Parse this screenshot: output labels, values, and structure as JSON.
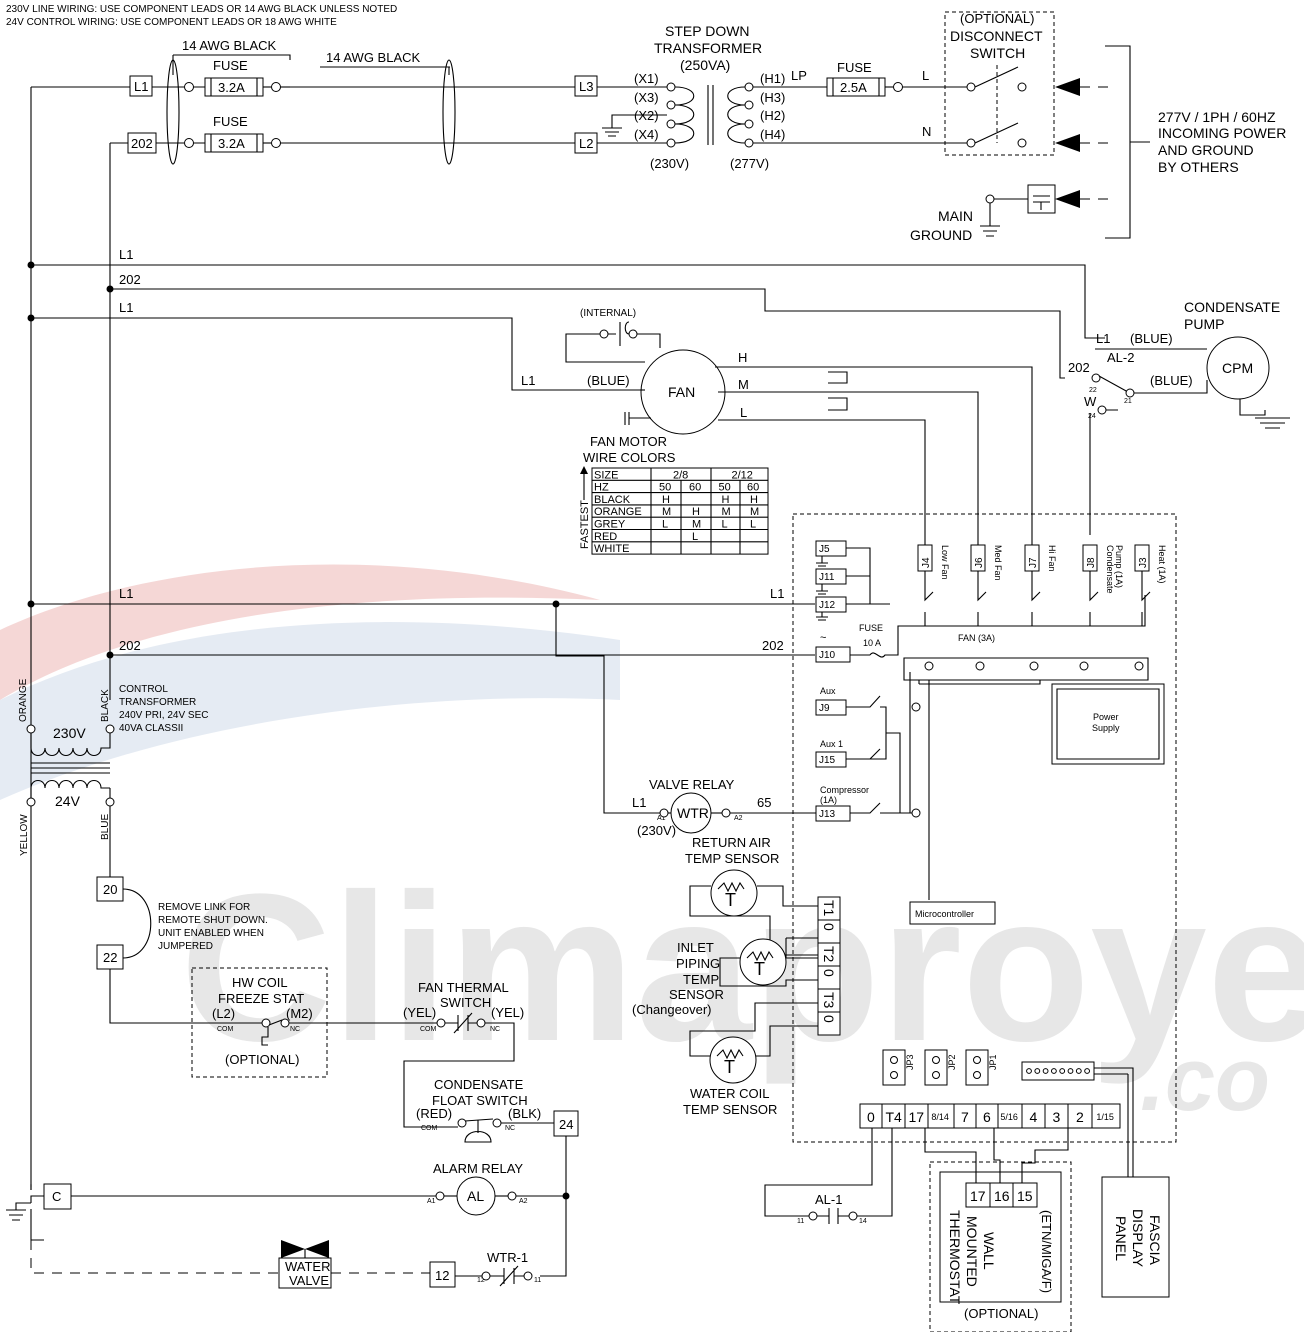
{
  "notes": {
    "line1": "230V LINE WIRING: USE COMPONENT LEADS OR 14 AWG BLACK UNLESS NOTED",
    "line2": "24V CONTROL WIRING: USE COMPONENT LEADS OR 18 AWG WHITE"
  },
  "watermark": {
    "main": "Climaproyecto",
    "sub": ".co"
  },
  "power_section": {
    "wire1": "14 AWG BLACK",
    "wire2": "14 AWG BLACK",
    "fuse_label": "FUSE",
    "fuse1_value": "3.2A",
    "fuse2_value": "3.2A",
    "fuse3_value": "2.5A",
    "term_l1": "L1",
    "term_202": "202",
    "term_l3": "L3",
    "term_l2": "L2",
    "transformer_title1": "STEP DOWN",
    "transformer_title2": "TRANSFORMER",
    "transformer_va": "(250VA)",
    "x1": "(X1)",
    "x3": "(X3)",
    "x2": "(X2)",
    "x4": "(X4)",
    "h1": "(H1)",
    "h3": "(H3)",
    "h2": "(H2)",
    "h4": "(H4)",
    "lp": "LP",
    "primary_v": "(230V)",
    "secondary_v": "(277V)",
    "disconnect1": "(OPTIONAL)",
    "disconnect2": "DISCONNECT",
    "disconnect3": "SWITCH",
    "line_l": "L",
    "line_n": "N",
    "incoming1": "277V / 1PH / 60HZ",
    "incoming2": "INCOMING POWER",
    "incoming3": "AND GROUND",
    "incoming4": "BY OTHERS",
    "main_ground1": "MAIN",
    "main_ground2": "GROUND"
  },
  "bus": {
    "l1_a": "L1",
    "n202_a": "202",
    "l1_b": "L1",
    "l1_c": "L1",
    "l1_d": "L1",
    "n202_b": "202",
    "n202_c": "202"
  },
  "pump": {
    "title1": "CONDENSATE",
    "title2": "PUMP",
    "cpm": "CPM",
    "l1": "L1",
    "blue1": "(BLUE)",
    "n202": "202",
    "al2": "AL-2",
    "blue2": "(BLUE)",
    "w": "W",
    "t22": "22",
    "t21": "21",
    "t24": "24"
  },
  "fan": {
    "internal": "(INTERNAL)",
    "fan": "FAN",
    "l1": "L1",
    "blue": "(BLUE)",
    "h": "H",
    "m": "M",
    "l": "L",
    "colors_title1": "FAN MOTOR",
    "colors_title2": "WIRE COLORS",
    "fastest": "FASTEST",
    "table_rows": [
      [
        "SIZE",
        "2/8",
        "",
        "2/12",
        ""
      ],
      [
        "HZ",
        "50",
        "60",
        "50",
        "60"
      ],
      [
        "BLACK",
        "H",
        "",
        "H",
        "H"
      ],
      [
        "ORANGE",
        "M",
        "H",
        "M",
        "M"
      ],
      [
        "GREY",
        "L",
        "M",
        "L",
        "L"
      ],
      [
        "RED",
        "",
        "L",
        "",
        ""
      ],
      [
        "WHITE",
        "",
        "",
        "",
        ""
      ]
    ]
  },
  "board": {
    "j5": "J5",
    "j11": "J11",
    "j12": "J12",
    "j10": "J10",
    "j9": "J9",
    "j15": "J15",
    "j13": "J13",
    "j4": "J4",
    "j6": "J6",
    "j7": "J7",
    "j8": "J8",
    "j3": "J3",
    "low_fan": "Low Fan",
    "med_fan": "Med Fan",
    "hi_fan": "Hi Fan",
    "cond_pump1": "Condensate",
    "cond_pump2": "Pump (1A)",
    "heat": "Heat (1A)",
    "fuse": "FUSE",
    "fuse_val": "10 A",
    "fan_3a": "FAN (3A)",
    "tilde": "~",
    "aux": "Aux",
    "aux1": "Aux 1",
    "compressor1": "Compressor",
    "compressor2": "(1A)",
    "power_supply1": "Power",
    "power_supply2": "Supply",
    "microcontroller": "Microcontroller",
    "jp3": "JP3",
    "jp2": "JP2",
    "jp1": "JP1",
    "sensor_terms": [
      "T1",
      "0",
      "T2",
      "0",
      "T3",
      "0"
    ],
    "bottom_terms": [
      "0",
      "T4",
      "17",
      "8/14",
      "7",
      "6",
      "5/16",
      "4",
      "3",
      "2",
      "1/15"
    ]
  },
  "control": {
    "control_xfmr1": "CONTROL",
    "control_xfmr2": "TRANSFORMER",
    "control_xfmr3": "240V PRI, 24V SEC",
    "control_xfmr4": "40VA CLASSII",
    "orange": "ORANGE",
    "black": "BLACK",
    "yellow": "YELLOW",
    "blue": "BLUE",
    "v230": "230V",
    "v24": "24V",
    "t20": "20",
    "t22": "22",
    "link1": "REMOVE LINK FOR",
    "link2": "REMOTE SHUT DOWN.",
    "link3": "UNIT ENABLED WHEN",
    "link4": "JUMPERED",
    "hw1": "HW COIL",
    "hw2": "FREEZE STAT",
    "l2": "(L2)",
    "m2": "(M2)",
    "com": "COM",
    "nc": "NC",
    "optional": "(OPTIONAL)",
    "fts1": "FAN THERMAL",
    "fts2": "SWITCH",
    "yel1": "(YEL)",
    "yel2": "(YEL)",
    "cfs1": "CONDENSATE",
    "cfs2": "FLOAT SWITCH",
    "red": "(RED)",
    "blk": "(BLK)",
    "t24": "24",
    "alarm_relay": "ALARM RELAY",
    "al": "AL",
    "a1": "A1",
    "a2": "A2",
    "c": "C",
    "water1": "WATER",
    "water2": "VALVE",
    "t12": "12",
    "wtr1": "WTR-1",
    "n12": "12",
    "n11": "11",
    "valve_relay": "VALVE RELAY",
    "wtr": "WTR",
    "vr_l1": "L1",
    "vr_65": "65",
    "vr_230": "(230V)",
    "ras1": "RETURN AIR",
    "ras2": "TEMP SENSOR",
    "ips1": "INLET",
    "ips2": "PIPING",
    "ips3": "TEMP",
    "ips4": "SENSOR",
    "ips5": "(Changeover)",
    "wcs1": "WATER COIL",
    "wcs2": "TEMP SENSOR",
    "t": "T",
    "al1": "AL-1",
    "al1_11": "11",
    "al1_14": "14"
  },
  "thermostat": {
    "v1": "WALL",
    "v2": "MOUNTED",
    "v3": "THERMOSTAT",
    "etn": "(ETN/MIGA/F)",
    "terms": [
      "17",
      "16",
      "15"
    ],
    "optional": "(OPTIONAL)"
  },
  "fascia": {
    "v1": "FASCIA",
    "v2": "DISPLAY",
    "v3": "PANEL"
  }
}
